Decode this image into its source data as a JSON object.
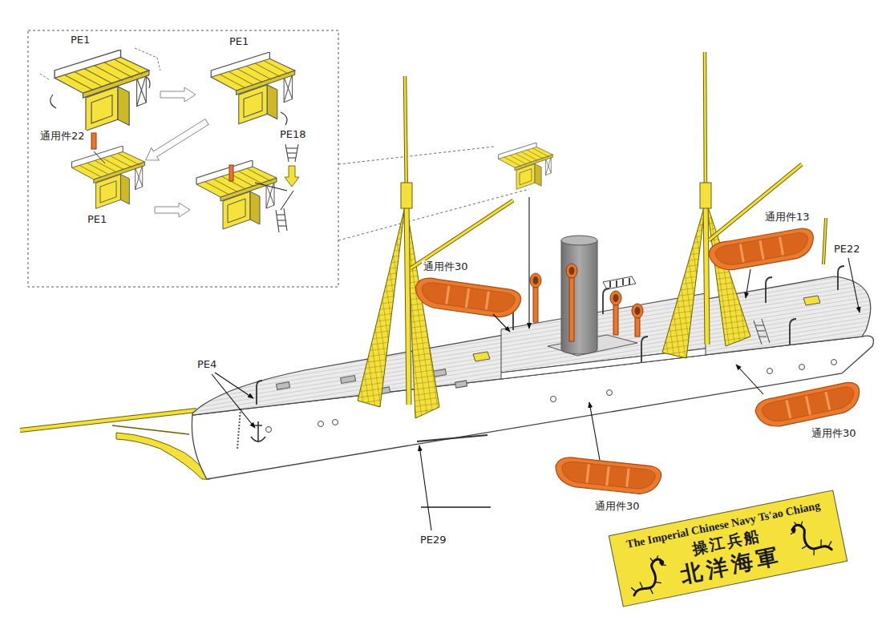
{
  "diagram": {
    "nodes": [
      {
        "text": [
          "The Imperial Chinese Navy Ts'ao Chiang",
          "操江兵船",
          "北洋海軍"
        ]
      }
    ],
    "labels": [
      "PE1",
      "PE1",
      "PE18",
      "通用件22",
      "PE1",
      "通用件13",
      "PE22",
      "通用件30",
      "PE4",
      "通用件30",
      "通用件30",
      "PE29"
    ]
  }
}
